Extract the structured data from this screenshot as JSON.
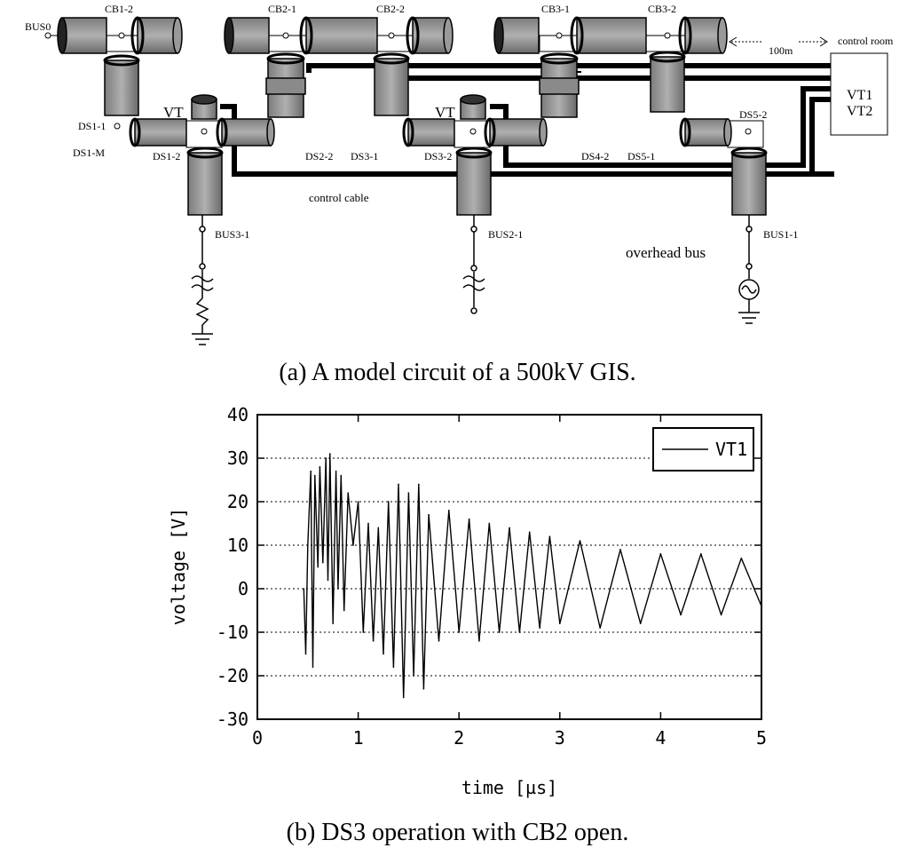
{
  "diagram": {
    "labels": {
      "bus0": "BUS0",
      "cb1_2": "CB1-2",
      "cb2_1": "CB2-1",
      "cb2_2": "CB2-2",
      "cb3_1": "CB3-1",
      "cb3_2": "CB3-2",
      "ds1_1": "DS1-1",
      "ds1_m": "DS1-M",
      "ds1_2": "DS1-2",
      "vt_left": "VT",
      "vt_mid": "VT",
      "ds2_2": "DS2-2",
      "ds3_1": "DS3-1",
      "ds3_2": "DS3-2",
      "ds4_2": "DS4-2",
      "ds5_1": "DS5-1",
      "ds5_2": "DS5-2",
      "control_cable": "control cable",
      "bus3_1": "BUS3-1",
      "bus2_1": "BUS2-1",
      "bus1_1": "BUS1-1",
      "overhead_bus": "overhead bus",
      "distance": "100m",
      "control_room": "control room",
      "vt1": "VT1",
      "vt2": "VT2"
    }
  },
  "captions": {
    "a": "(a) A model circuit of a 500kV GIS.",
    "b": "(b) DS3 operation with CB2 open."
  },
  "chart_data": {
    "type": "line",
    "xlabel": "time [µs]",
    "ylabel": "voltage [V]",
    "xlim": [
      0,
      5
    ],
    "ylim": [
      -30,
      40
    ],
    "xticks": [
      0,
      1,
      2,
      3,
      4,
      5
    ],
    "yticks": [
      40,
      30,
      20,
      10,
      0,
      -10,
      -20,
      -30
    ],
    "grid": "horizontal dotted",
    "legend_position": "top-right",
    "series": [
      {
        "name": "VT1",
        "color": "#000000",
        "x": [
          0.46,
          0.48,
          0.5,
          0.53,
          0.55,
          0.57,
          0.6,
          0.62,
          0.65,
          0.68,
          0.7,
          0.72,
          0.75,
          0.78,
          0.8,
          0.83,
          0.86,
          0.9,
          0.95,
          1.0,
          1.05,
          1.1,
          1.15,
          1.2,
          1.25,
          1.3,
          1.35,
          1.4,
          1.45,
          1.5,
          1.55,
          1.6,
          1.65,
          1.7,
          1.8,
          1.9,
          2.0,
          2.1,
          2.2,
          2.3,
          2.4,
          2.5,
          2.6,
          2.7,
          2.8,
          2.9,
          3.0,
          3.2,
          3.4,
          3.6,
          3.8,
          4.0,
          4.2,
          4.4,
          4.6,
          4.8,
          5.0
        ],
        "y": [
          0,
          -15,
          10,
          27,
          -18,
          26,
          5,
          28,
          6,
          30,
          2,
          31,
          -8,
          27,
          0,
          26,
          -5,
          22,
          10,
          20,
          -10,
          15,
          -12,
          14,
          -15,
          20,
          -18,
          24,
          -25,
          22,
          -20,
          24,
          -23,
          17,
          -12,
          18,
          -10,
          16,
          -12,
          15,
          -10,
          14,
          -10,
          13,
          -9,
          12,
          -8,
          11,
          -9,
          9,
          -8,
          8,
          -6,
          8,
          -6,
          7,
          -4
        ]
      }
    ]
  }
}
